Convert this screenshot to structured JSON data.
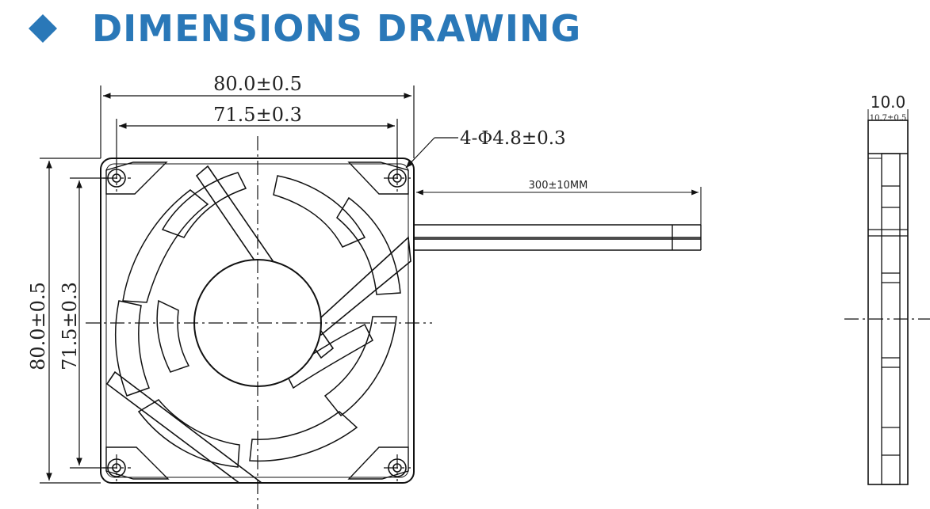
{
  "header": {
    "title": "DIMENSIONS DRAWING",
    "accent_color": "#2a78b8",
    "bullet_icon": "diamond-icon"
  },
  "front_view": {
    "overall_width": "80.0±0.5",
    "hole_pitch_width": "71.5±0.3",
    "overall_height": "80.0±0.5",
    "hole_pitch_height": "71.5±0.3",
    "mounting_holes": "4-Φ4.8±0.3",
    "lead_length": "300±10MM"
  },
  "side_view": {
    "thickness": "10.0",
    "thickness_sub": "10.7±0.5"
  }
}
